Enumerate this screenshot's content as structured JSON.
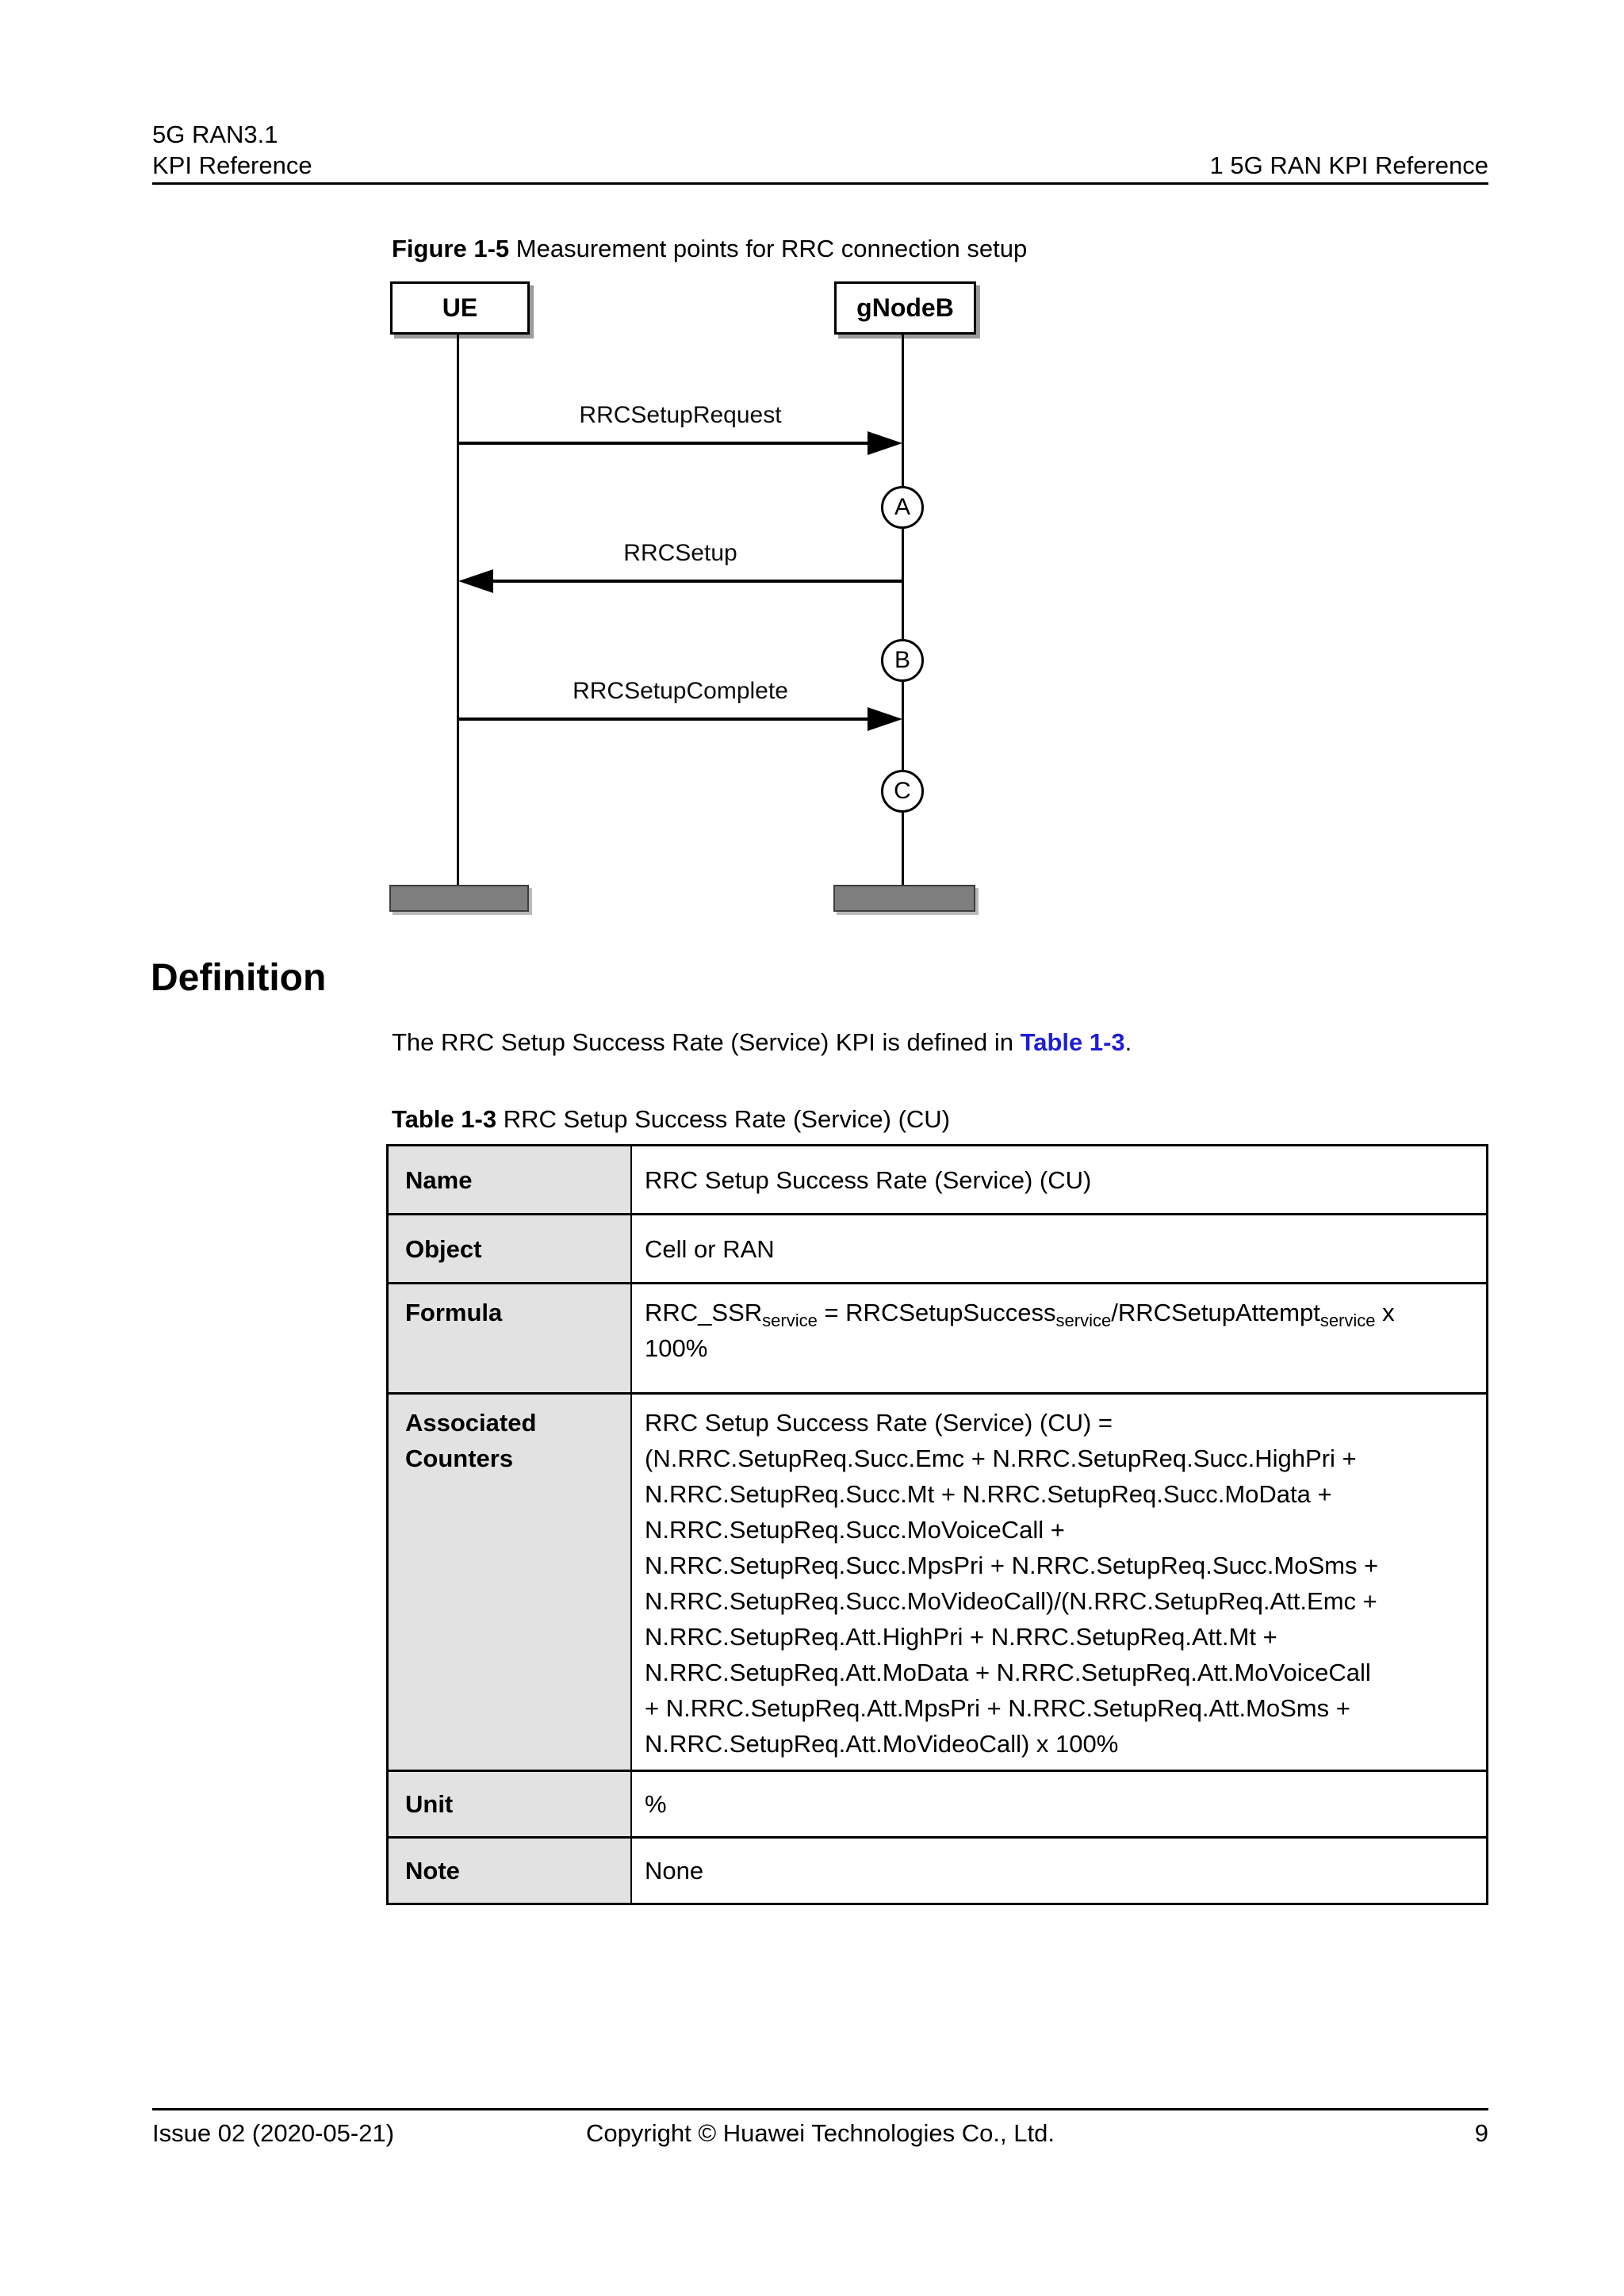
{
  "header": {
    "product": "5G RAN3.1",
    "doc_title": "KPI Reference",
    "chapter": "1 5G RAN KPI Reference"
  },
  "figure": {
    "caption_label": "Figure 1-5",
    "caption_text": " Measurement points for RRC connection setup",
    "actors": [
      {
        "label": "UE"
      },
      {
        "label": "gNodeB"
      }
    ],
    "messages": [
      {
        "label": "RRCSetupRequest",
        "direction": "right",
        "marker": "A"
      },
      {
        "label": "RRCSetup",
        "direction": "left",
        "marker": "B"
      },
      {
        "label": "RRCSetupComplete",
        "direction": "right",
        "marker": "C"
      }
    ]
  },
  "definition": {
    "heading": "Definition",
    "paragraph_prefix": "The RRC Setup Success Rate (Service) KPI is defined in ",
    "link_text": "Table 1-3",
    "paragraph_suffix": "."
  },
  "table": {
    "caption_label": "Table 1-3",
    "caption_text": " RRC Setup Success Rate (Service) (CU)",
    "rows": [
      {
        "label": "Name",
        "value": "RRC Setup Success Rate (Service) (CU)"
      },
      {
        "label": "Object",
        "value": "Cell or RAN"
      },
      {
        "label": "Formula",
        "value_segments": [
          {
            "t": "RRC_SSR"
          },
          {
            "t": "service",
            "sub": true
          },
          {
            "t": " = RRCSetupSuccess"
          },
          {
            "t": "service",
            "sub": true
          },
          {
            "t": "/RRCSetupAttempt"
          },
          {
            "t": "service",
            "sub": true
          },
          {
            "t": " x"
          },
          {
            "br": true
          },
          {
            "t": "100%"
          }
        ]
      },
      {
        "label": "Associated Counters",
        "value": "RRC Setup Success Rate (Service) (CU) =\n(N.RRC.SetupReq.Succ.Emc + N.RRC.SetupReq.Succ.HighPri +\nN.RRC.SetupReq.Succ.Mt + N.RRC.SetupReq.Succ.MoData +\nN.RRC.SetupReq.Succ.MoVoiceCall +\nN.RRC.SetupReq.Succ.MpsPri + N.RRC.SetupReq.Succ.MoSms +\nN.RRC.SetupReq.Succ.MoVideoCall)/(N.RRC.SetupReq.Att.Emc +\nN.RRC.SetupReq.Att.HighPri + N.RRC.SetupReq.Att.Mt +\nN.RRC.SetupReq.Att.MoData + N.RRC.SetupReq.Att.MoVoiceCall\n+ N.RRC.SetupReq.Att.MpsPri + N.RRC.SetupReq.Att.MoSms +\nN.RRC.SetupReq.Att.MoVideoCall) x 100%"
      },
      {
        "label": "Unit",
        "value": "%"
      },
      {
        "label": "Note",
        "value": "None"
      }
    ]
  },
  "footer": {
    "issue": "Issue 02 (2020-05-21)",
    "copyright": "Copyright © Huawei Technologies Co., Ltd.",
    "page_number": "9"
  },
  "colors": {
    "link_blue": "#1e1ed7",
    "table_label_bg": "#e2e2e2",
    "terminator_gray": "#7e7e7e"
  }
}
